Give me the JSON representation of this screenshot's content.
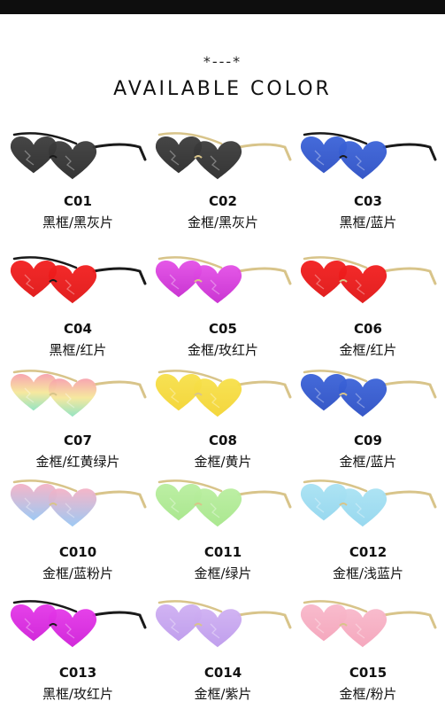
{
  "header": {
    "decoration": "*---*",
    "title": "AVAILABLE COLOR"
  },
  "variants": [
    {
      "code": "C01",
      "desc": "黑框/黑灰片",
      "frame": "#1a1a1a",
      "lens_top": "#3c3c3c",
      "lens_bottom": "#2a2a2a"
    },
    {
      "code": "C02",
      "desc": "金框/黑灰片",
      "frame": "#d8c48a",
      "lens_top": "#3c3c3c",
      "lens_bottom": "#2a2a2a"
    },
    {
      "code": "C03",
      "desc": "黑框/蓝片",
      "frame": "#1a1a1a",
      "lens_top": "#3b63d8",
      "lens_bottom": "#2c4fc4"
    },
    {
      "code": "C04",
      "desc": "黑框/红片",
      "frame": "#1a1a1a",
      "lens_top": "#f21e1e",
      "lens_bottom": "#e01414"
    },
    {
      "code": "C05",
      "desc": "金框/玫红片",
      "frame": "#d8c48a",
      "lens_top": "#e34fe6",
      "lens_bottom": "#c72bd0"
    },
    {
      "code": "C06",
      "desc": "金框/红片",
      "frame": "#d8c48a",
      "lens_top": "#f21e1e",
      "lens_bottom": "#e01414"
    },
    {
      "code": "C07",
      "desc": "金框/红黄绿片",
      "frame": "#d8c48a",
      "lens_top": "#f7a1ad",
      "lens_mid": "#f6e79a",
      "lens_bottom": "#8fe3c0"
    },
    {
      "code": "C08",
      "desc": "金框/黄片",
      "frame": "#d8c48a",
      "lens_top": "#f7e04a",
      "lens_bottom": "#f3d433"
    },
    {
      "code": "C09",
      "desc": "金框/蓝片",
      "frame": "#d8c48a",
      "lens_top": "#3b63d8",
      "lens_bottom": "#2c4fc4"
    },
    {
      "code": "C010",
      "desc": "金框/蓝粉片",
      "frame": "#d8c48a",
      "lens_top": "#f4b2c6",
      "lens_bottom": "#98c6f3"
    },
    {
      "code": "C011",
      "desc": "金框/绿片",
      "frame": "#d8c48a",
      "lens_top": "#b9ee9f",
      "lens_bottom": "#a6e68a"
    },
    {
      "code": "C012",
      "desc": "金框/浅蓝片",
      "frame": "#d8c48a",
      "lens_top": "#a9e2f3",
      "lens_bottom": "#92d6ee"
    },
    {
      "code": "C013",
      "desc": "黑框/玫红片",
      "frame": "#1a1a1a",
      "lens_top": "#e437e8",
      "lens_bottom": "#cf1fd8"
    },
    {
      "code": "C014",
      "desc": "金框/紫片",
      "frame": "#d8c48a",
      "lens_top": "#cfb0f2",
      "lens_bottom": "#bd9aec"
    },
    {
      "code": "C015",
      "desc": "金框/粉片",
      "frame": "#d8c48a",
      "lens_top": "#f8b8ca",
      "lens_bottom": "#f4a3ba"
    }
  ]
}
